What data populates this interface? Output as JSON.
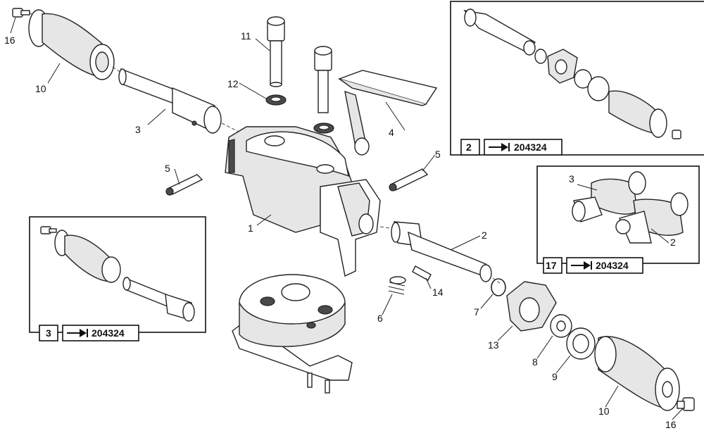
{
  "callouts": {
    "c1": "1",
    "c2": "2",
    "c3": "3",
    "c4": "4",
    "c5a": "5",
    "c5b": "5",
    "c6": "6",
    "c7": "7",
    "c8": "8",
    "c9": "9",
    "c10a": "10",
    "c10b": "10",
    "c11": "11",
    "c12": "12",
    "c13": "13",
    "c14": "14",
    "c16a": "16",
    "c16b": "16"
  },
  "insets": [
    {
      "number": "2",
      "ref": "204324"
    },
    {
      "number": "17",
      "ref": "204324",
      "callouts": [
        "3",
        "2"
      ]
    },
    {
      "number": "3",
      "ref": "204324"
    }
  ]
}
